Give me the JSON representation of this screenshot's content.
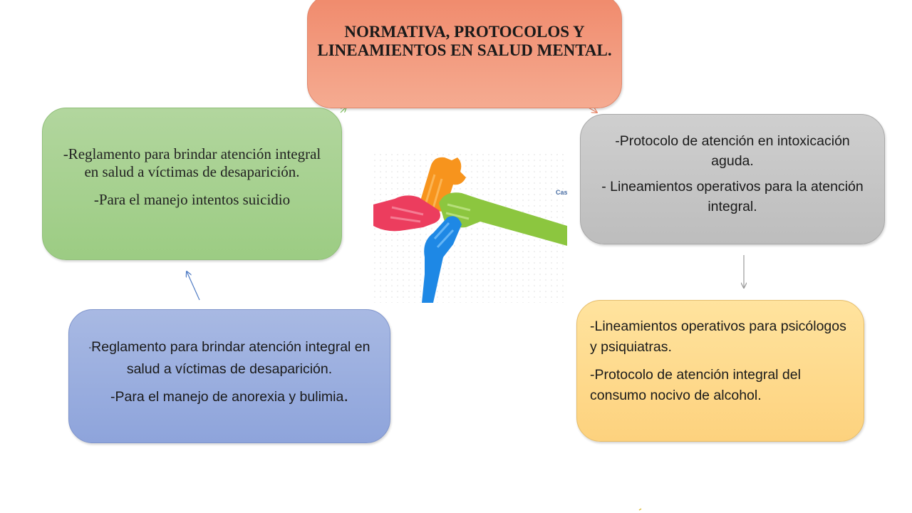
{
  "title": "NORMATIVA, PROTOCOLOS Y LINEAMIENTOS EN SALUD MENTAL.",
  "green": {
    "line1": "-Reglamento para brindar atención integral en salud a víctimas de desaparición.",
    "line2": "-Para el manejo intentos  suicidio"
  },
  "gray": {
    "line1": "-Protocolo de atención en intoxicación aguda.",
    "line2": "-  Lineamientos operativos para la atención integral."
  },
  "blue": {
    "dash": "-",
    "line1": "Reglamento para brindar atención integral en salud a víctimas de desaparición.",
    "line2": "-Para el manejo de anorexia y bulimia",
    "dot": "."
  },
  "yellow": {
    "line1": "-Lineamientos operativos para psicólogos y psiquiatras.",
    "line2": "-Protocolo de atención integral del consumo nocivo de alcohol."
  },
  "image": {
    "logo_text": "Cas"
  },
  "colors": {
    "title_fill": "#f5a489",
    "green_fill": "#a6d08f",
    "gray_fill": "#c6c6c6",
    "blue_fill": "#9badde",
    "yellow_fill": "#fed98a",
    "hand_orange": "#f7941d",
    "hand_green": "#8cc63f",
    "hand_blue": "#1e88e5",
    "hand_red": "#ec3d5e"
  }
}
